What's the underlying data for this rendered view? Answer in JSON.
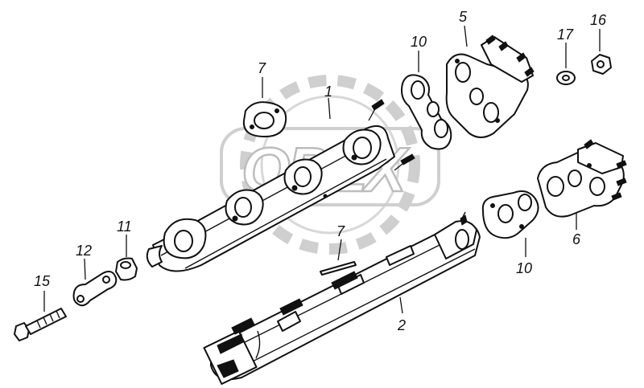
{
  "watermark": {
    "text": "OPEX"
  },
  "callouts": {
    "c1": "1",
    "c2": "2",
    "c5": "5",
    "c6": "6",
    "c7a": "7",
    "c7b": "7",
    "c10a": "10",
    "c10b": "10",
    "c11": "11",
    "c12": "12",
    "c15": "15",
    "c16": "16",
    "c17": "17"
  }
}
